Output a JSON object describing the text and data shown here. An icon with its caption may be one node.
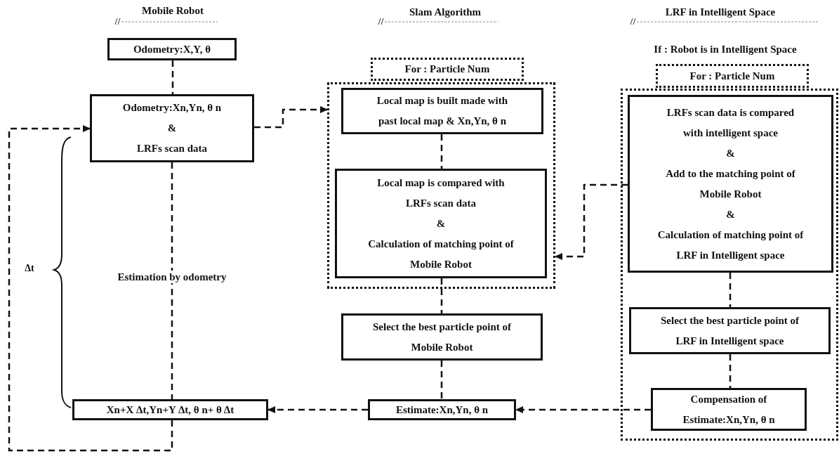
{
  "diagram": {
    "nodes": [
      {
        "text": [
          "Odometry:X,Y, θ"
        ]
      },
      {
        "text": [
          "Odometry:Xn,Yn, θ n",
          "&",
          "LRFs scan data"
        ]
      },
      {
        "text": [
          "Xn+X Δt,Yn+Y Δt, θ n+ θ Δt"
        ]
      },
      {
        "text": [
          "For : Particle Num"
        ]
      },
      {
        "text": [],
        "shape": "box"
      },
      {
        "text": [
          "Local map is built made with past local map & Xn,Yn, θ n"
        ],
        "in": 4
      },
      {
        "text": [
          "Local map is compared with LRFs scan data",
          "&",
          "Calculation of matching point of Mobile Robot"
        ],
        "in": 4
      },
      {
        "text": [
          "Select the best particle point of Mobile Robot"
        ]
      },
      {
        "text": [
          "Estimate:Xn,Yn, θ n"
        ]
      },
      {
        "text": [
          "For : Particle Num"
        ]
      },
      {
        "text": [],
        "shape": "box"
      },
      {
        "text": [
          "LRFs scan data is compared with intelligent space",
          "&",
          "Add to the matching point of Mobile Robot",
          "&",
          "Calculation of matching point of LRF in Intelligent space"
        ],
        "in": 10
      },
      {
        "text": [
          "Select the best particle point of LRF in Intelligent space"
        ],
        "in": 10
      },
      {
        "text": [
          "Compensation of Estimate:Xn,Yn, θ n"
        ],
        "in": 10
      }
    ],
    "edges": [
      {
        "from": 0,
        "to": 1,
        "arrow": "none",
        "style": "dashed"
      },
      {
        "from": 1,
        "to": 2,
        "arrow": "none",
        "style": "dashed",
        "label": "Estimation by odometry"
      },
      {
        "from": 2,
        "to": 1,
        "arrow": "to",
        "style": "dashed"
      },
      {
        "from": 1,
        "to": 4,
        "arrow": "to",
        "style": "dashed"
      },
      {
        "from": 5,
        "to": 6,
        "arrow": "none",
        "style": "dashed"
      },
      {
        "from": 6,
        "to": 7,
        "arrow": "none",
        "style": "dashed"
      },
      {
        "from": 7,
        "to": 8,
        "arrow": "none",
        "style": "dashed"
      },
      {
        "from": 11,
        "to": 12,
        "arrow": "none",
        "style": "dashed"
      },
      {
        "from": 12,
        "to": 13,
        "arrow": "none",
        "style": "dashed"
      },
      {
        "from": 13,
        "to": 8,
        "arrow": "to",
        "style": "dashed"
      },
      {
        "from": 8,
        "to": 2,
        "arrow": "to",
        "style": "dashed"
      },
      {
        "from": 11,
        "to": 4,
        "arrow": "to",
        "style": "dashed"
      }
    ],
    "labels": [
      "Mobile Robot",
      "Slam Algorithm",
      "LRF in Intelligent Space",
      "If : Robot is in Intelligent Space",
      "Δt"
    ]
  }
}
